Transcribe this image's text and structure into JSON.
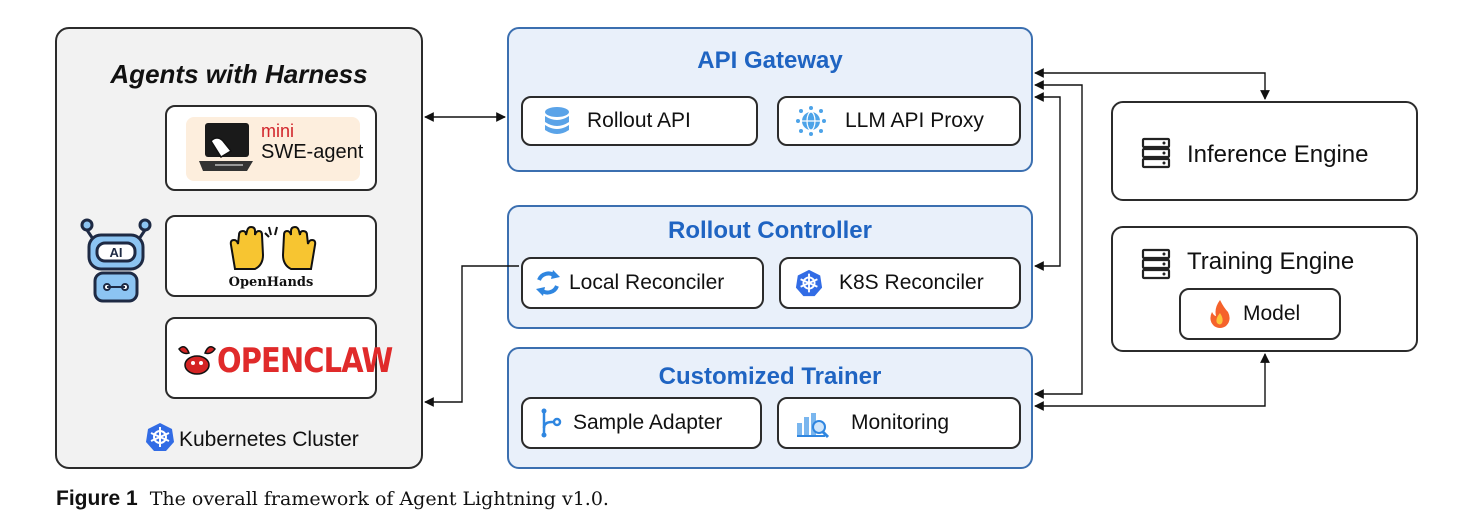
{
  "harness": {
    "title": "Agents with Harness",
    "cluster_label": "Kubernetes Cluster",
    "agents": {
      "mini_swe": {
        "line1": "mini",
        "line2": "SWE-agent"
      },
      "openhands": {
        "label": "OpenHands"
      },
      "openclaw": {
        "label": "OPENCLAW"
      }
    },
    "robot_icon_text": "AI"
  },
  "api_gateway": {
    "title": "API Gateway",
    "items": [
      {
        "label": "Rollout API",
        "icon": "database-icon"
      },
      {
        "label": "LLM API Proxy",
        "icon": "network-globe-icon"
      }
    ]
  },
  "rollout_controller": {
    "title": "Rollout Controller",
    "items": [
      {
        "label": "Local Reconciler",
        "icon": "sync-arrows-icon"
      },
      {
        "label": "K8S Reconciler",
        "icon": "kubernetes-icon"
      }
    ]
  },
  "trainer": {
    "title": "Customized Trainer",
    "items": [
      {
        "label": "Sample Adapter",
        "icon": "branch-icon"
      },
      {
        "label": "Monitoring",
        "icon": "chart-magnifier-icon"
      }
    ]
  },
  "inference_engine": {
    "label": "Inference Engine",
    "icon": "server-icon"
  },
  "training_engine": {
    "label": "Training Engine",
    "icon": "server-icon",
    "model": {
      "label": "Model",
      "icon": "fire-icon"
    }
  },
  "caption": {
    "prefix": "Figure 1",
    "text": "The overall framework of Agent Lightning v1.0."
  },
  "colors": {
    "blue_title": "#1f64c2",
    "blue_border": "#3b6fb0",
    "blue_fill": "#e9f0fa",
    "panel_fill": "#f2f2f2"
  }
}
